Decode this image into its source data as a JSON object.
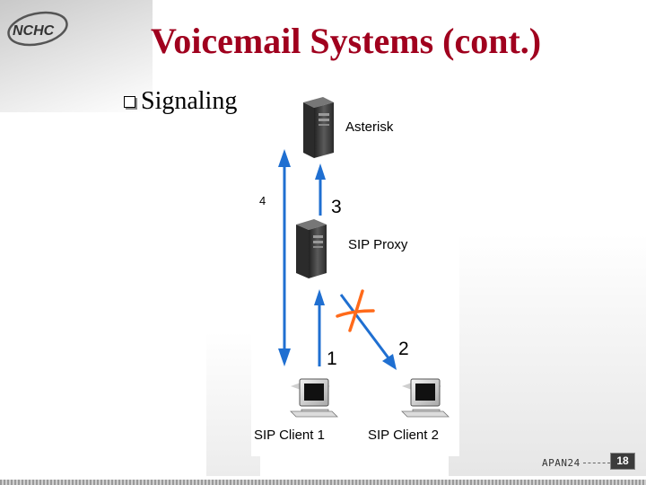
{
  "slide": {
    "title": "Voicemail Systems (cont.)",
    "bullet": "Signaling"
  },
  "logo": {
    "text": "NCHC"
  },
  "diagram": {
    "nodes": {
      "asterisk": "Asterisk",
      "sip_proxy": "SIP Proxy",
      "client1": "SIP Client 1",
      "client2": "SIP Client 2"
    },
    "steps": {
      "step1": "1",
      "step2": "2",
      "step3": "3",
      "step4": "4"
    },
    "colors": {
      "arrow": "#1f6fd1",
      "cross": "#ff6a1a"
    }
  },
  "footer": {
    "event": "APAN24",
    "page_number": "18"
  },
  "colors": {
    "title": "#a0001e"
  }
}
